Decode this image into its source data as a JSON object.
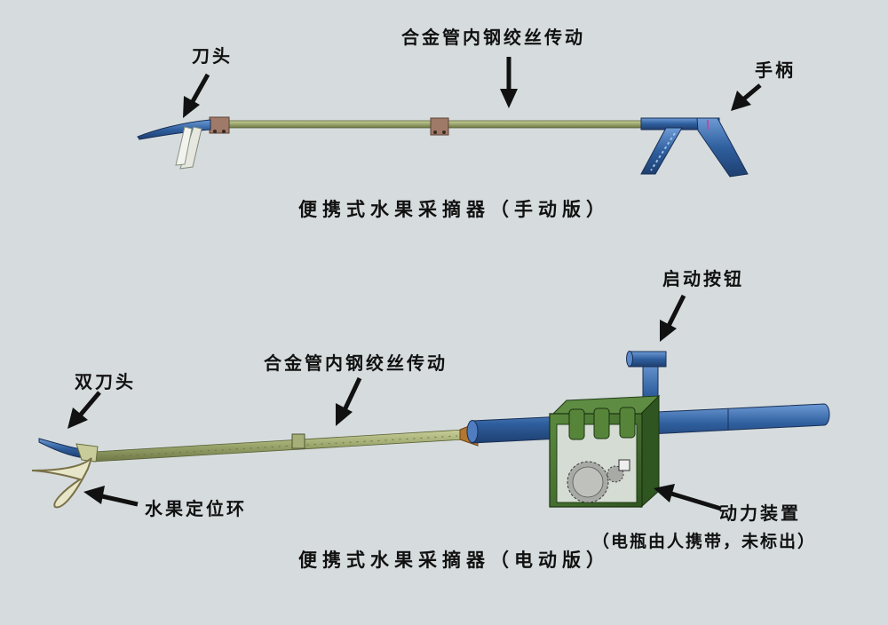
{
  "manual": {
    "caption": "便携式水果采摘器（手动版）",
    "labels": {
      "blade": "刀头",
      "transmission": "合金管内钢绞丝传动",
      "handle": "手柄"
    }
  },
  "electric": {
    "caption": "便携式水果采摘器（电动版）",
    "labels": {
      "double_blade": "双刀头",
      "transmission": "合金管内钢绞丝传动",
      "start_button": "启动按钮",
      "positioning_ring": "水果定位环",
      "power_unit": "动力装置",
      "power_note": "（电瓶由人携带，未标出）"
    }
  },
  "colors": {
    "background": "#d6dcde",
    "tube": "#9aa56c",
    "blue_part": "#2f5f9e",
    "green_box": "#3f6a2c",
    "copper_clamp": "#a07a68",
    "arrow": "#111111"
  }
}
